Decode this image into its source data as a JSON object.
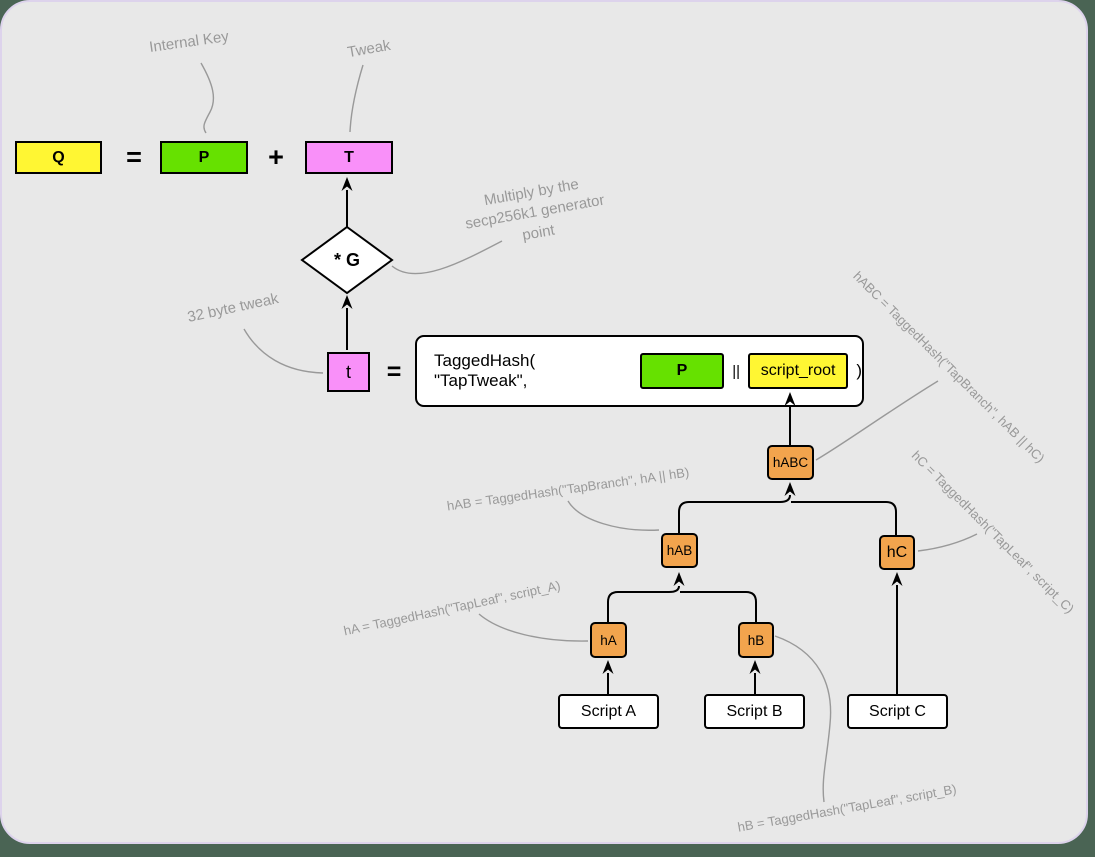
{
  "colors": {
    "background": "#4A6454",
    "canvas": "#E8E8E8",
    "yellow": "#FFF633",
    "green": "#66E100",
    "pink": "#F990F9",
    "orange": "#F2A44D",
    "annotation_gray": "#999999"
  },
  "equation": {
    "q": "Q",
    "equals": "=",
    "p": "P",
    "plus": "+",
    "t": "T"
  },
  "generator_diamond": {
    "label": "* G"
  },
  "tweak_formula": {
    "t": "t",
    "equals": "=",
    "prefix": "TaggedHash( \"TapTweak\",",
    "p": "P",
    "concat": "||",
    "script_root": "script_root",
    "suffix": ")"
  },
  "annotations": {
    "internal_key": "Internal Key",
    "tweak": "Tweak",
    "multiply_line1": "Multiply by the",
    "multiply_line2": "secp256k1 generator",
    "multiply_line3": "point",
    "tweak_32byte": "32 byte tweak",
    "hab_formula": "hAB = TaggedHash(\"TapBranch\", hA || hB)",
    "ha_formula": "hA = TaggedHash(\"TapLeaf\", script_A)",
    "habc_formula": "hABC = TaggedHash(\"TapBranch\", hAB || hC)",
    "hc_formula": "hC = TaggedHash(\"TapLeaf\", script_C)",
    "hb_formula": "hB = TaggedHash(\"TapLeaf\", script_B)"
  },
  "merkle_tree": {
    "habc": "hABC",
    "hab": "hAB",
    "hc": "hC",
    "ha": "hA",
    "hb": "hB",
    "script_a": "Script A",
    "script_b": "Script B",
    "script_c": "Script C"
  }
}
